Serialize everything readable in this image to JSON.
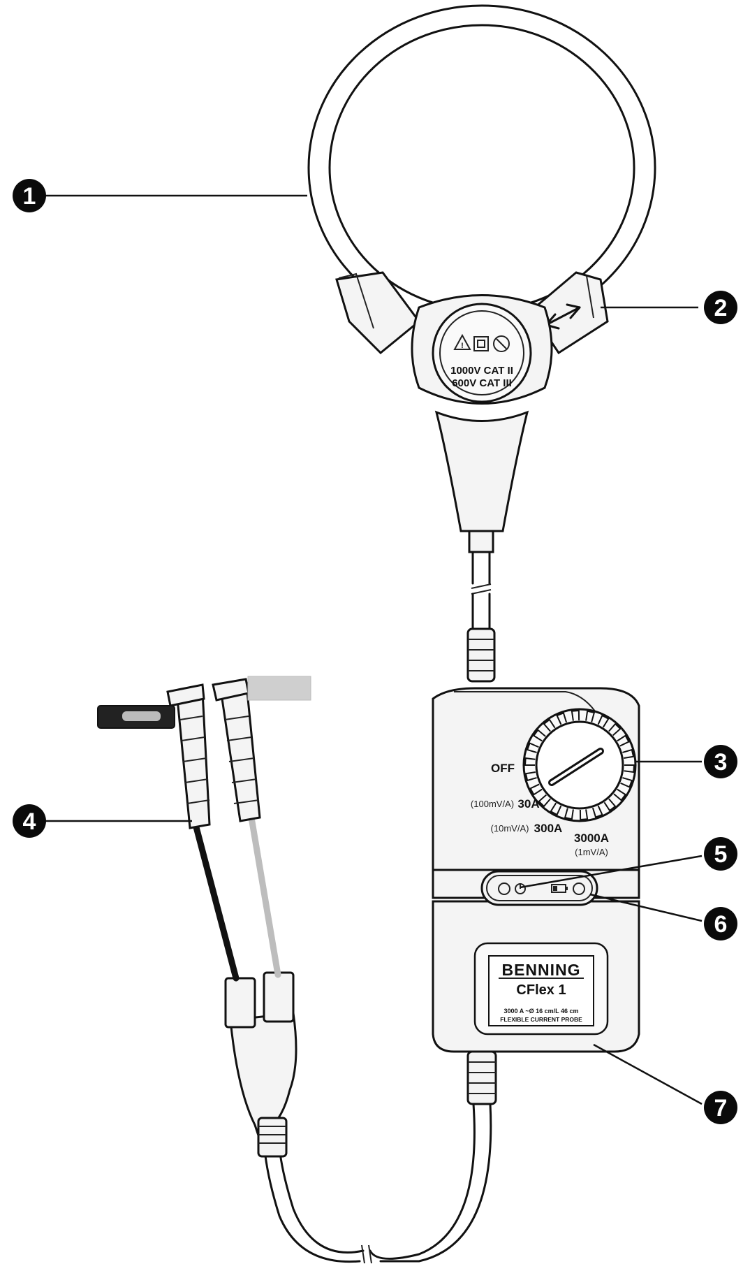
{
  "head_label": {
    "line1": "1000V CAT II",
    "line2": "600V CAT III"
  },
  "dial": {
    "off": "OFF",
    "r30_prefix": "(100mV/A)",
    "r30": "30A",
    "r300_prefix": "(10mV/A)",
    "r300": "300A",
    "r3000": "3000A",
    "r3000_suffix": "(1mV/A)"
  },
  "nameplate": {
    "brand": "BENNING",
    "model": "CFlex 1",
    "spec": "3000 A ~Ø 16 cm/L 46 cm",
    "desc": "FLEXIBLE CURRENT PROBE"
  },
  "callouts": [
    "1",
    "2",
    "3",
    "4",
    "5",
    "6",
    "7"
  ]
}
